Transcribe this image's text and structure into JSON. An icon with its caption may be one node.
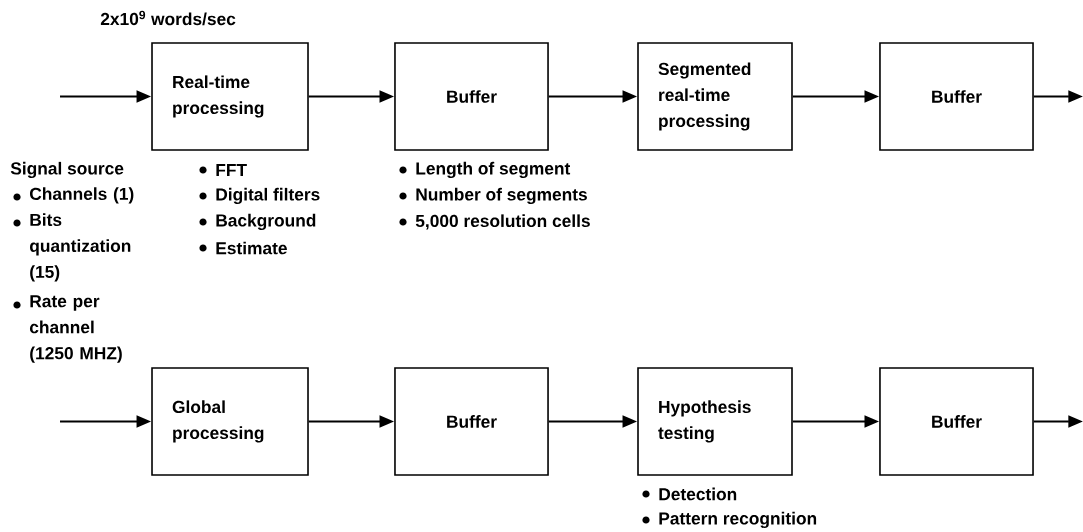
{
  "diagram": {
    "nodes": [
      {
        "text": [
          "Real-time processing"
        ],
        "beside": [
          "FFT",
          "Digital filters",
          "Background",
          "Estimate"
        ]
      },
      {
        "text": [
          "Buffer"
        ],
        "beside": [
          "Length of segment",
          "Number of segments",
          "5,000 resolution cells"
        ]
      },
      {
        "text": [
          "Segmented real-time processing"
        ]
      },
      {
        "text": [
          "Buffer"
        ]
      },
      {
        "text": [
          "Global processing"
        ]
      },
      {
        "text": [
          "Buffer"
        ]
      },
      {
        "text": [
          "Hypothesis testing"
        ],
        "beside": [
          "Detection",
          "Pattern recognition"
        ]
      },
      {
        "text": [
          "Buffer"
        ]
      }
    ],
    "edges": [
      {
        "from": null,
        "to": 0,
        "arrow": "to"
      },
      {
        "from": 0,
        "to": 1,
        "arrow": "to"
      },
      {
        "from": 1,
        "to": 2,
        "arrow": "to"
      },
      {
        "from": 2,
        "to": 3,
        "arrow": "to"
      },
      {
        "from": 3,
        "to": null,
        "arrow": "to"
      },
      {
        "from": null,
        "to": 4,
        "arrow": "to"
      },
      {
        "from": 4,
        "to": 5,
        "arrow": "to"
      },
      {
        "from": 5,
        "to": 6,
        "arrow": "to"
      },
      {
        "from": 6,
        "to": 7,
        "arrow": "to"
      },
      {
        "from": 7,
        "to": null,
        "arrow": "to"
      }
    ],
    "labels": [
      "2x10$^{9}$ words/sec",
      "Signal source",
      "Channels (1)",
      "Bits quantization (15)",
      "Rate per channel (1250 MHZ)"
    ]
  }
}
